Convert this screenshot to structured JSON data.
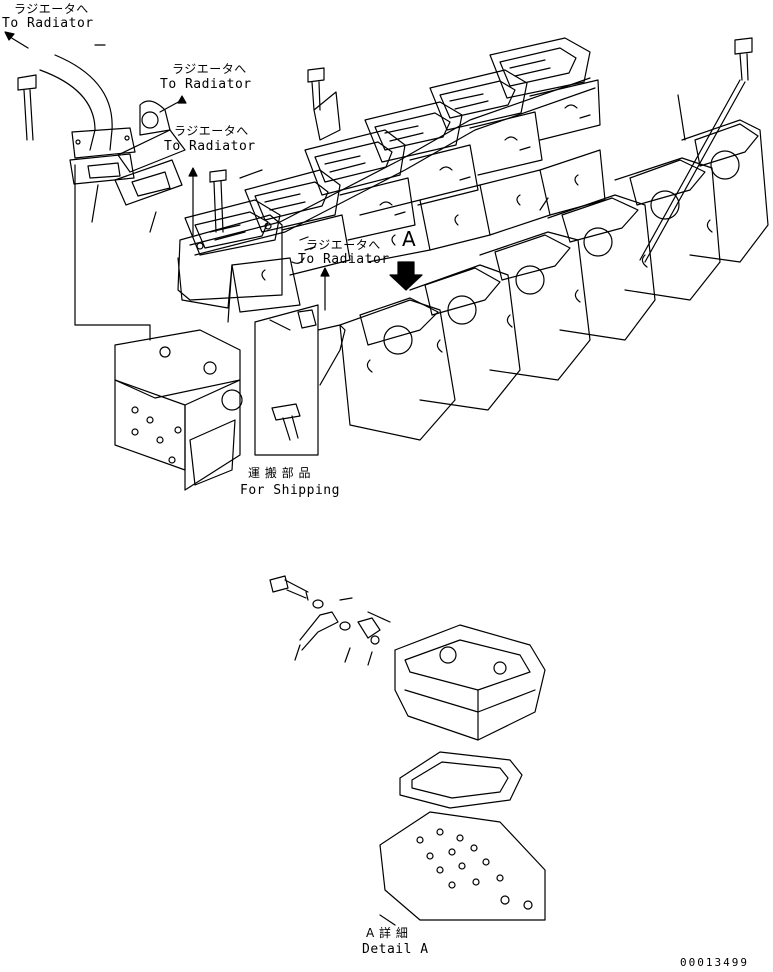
{
  "labels": {
    "to_radiator_1_jp": "ラジエータへ",
    "to_radiator_1_en": "To Radiator",
    "to_radiator_2_jp": "ラジエータへ",
    "to_radiator_2_en": "To Radiator",
    "to_radiator_3_jp": "ラジエータへ",
    "to_radiator_3_en": "To Radiator",
    "to_radiator_4_jp": "ラジエータへ",
    "to_radiator_4_en": "To Radiator",
    "view_a": "A",
    "shipping_jp": "運 搬 部 品",
    "shipping_en": "For Shipping",
    "detail_jp": "A 詳 細",
    "detail_en": "Detail A",
    "drawing_code": "00013499"
  }
}
